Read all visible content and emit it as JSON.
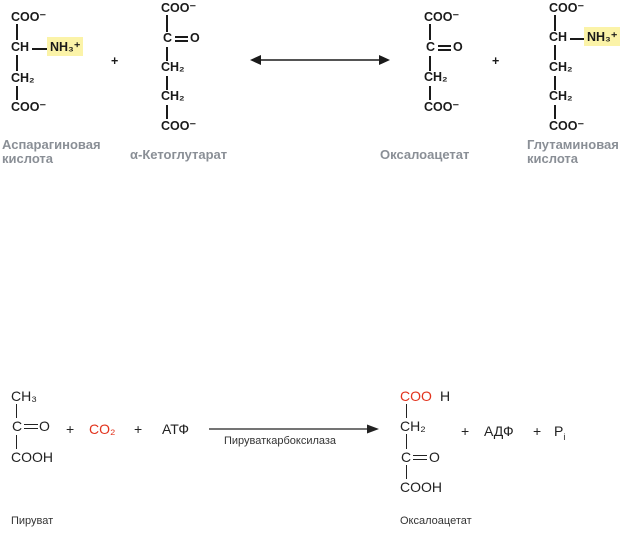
{
  "reaction1": {
    "aspartate": {
      "coo_top": "COO⁻",
      "ch": "CH",
      "nh3": "NH₃⁺",
      "ch2": "CH₂",
      "coo_bottom": "COO⁻",
      "name_line1": "Аспарагиновая",
      "name_line2": "кислота"
    },
    "plus1": "+",
    "ketoglutarate": {
      "coo_top": "COO⁻",
      "c": "C",
      "o": "O",
      "ch2_1": "CH₂",
      "ch2_2": "CH₂",
      "coo_bottom": "COO⁻",
      "name": "α-Кетоглутарат"
    },
    "oxaloacetate": {
      "coo_top": "COO⁻",
      "c": "C",
      "o": "O",
      "ch2": "CH₂",
      "coo_bottom": "COO⁻",
      "name": "Оксалоацетат"
    },
    "plus2": "+",
    "glutamate": {
      "coo_top": "COO⁻",
      "ch": "CH",
      "nh3": "NH₃⁺",
      "ch2_1": "CH₂",
      "ch2_2": "CH₂",
      "coo_bottom": "COO⁻",
      "name_line1": "Глутаминовая",
      "name_line2": "кислота"
    },
    "arrow_color": "#1a1a1a",
    "highlight_color": "#fbf3a8"
  },
  "reaction2": {
    "pyruvate": {
      "ch3": "CH₃",
      "c": "C",
      "o": "O",
      "cooh": "COOH",
      "name": "Пируват"
    },
    "plus1": "+",
    "co2": "CO₂",
    "plus2": "+",
    "atp": "АТФ",
    "enzyme": "Пируваткарбоксилаза",
    "oxaloacetate": {
      "coo_red": "COO",
      "h": "H",
      "ch2": "CH₂",
      "c": "C",
      "o": "O",
      "cooh": "COOH",
      "name": "Оксалоацетат"
    },
    "plus3": "+",
    "adp": "АДФ",
    "plus4": "+",
    "pi": "P",
    "pi_sub": "i",
    "red_color": "#e2331d"
  }
}
